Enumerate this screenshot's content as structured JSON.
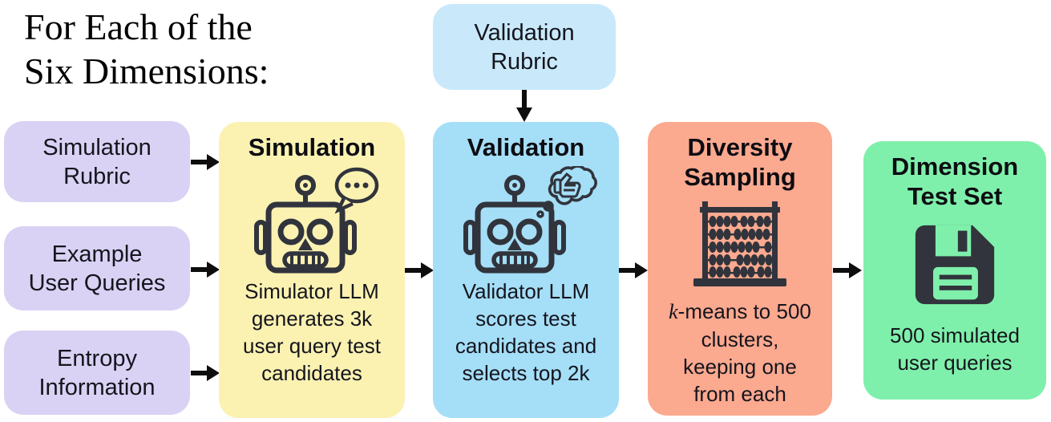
{
  "title": "For Each of the\nSix Dimensions:",
  "inputs": [
    {
      "label": "Simulation\nRubric"
    },
    {
      "label": "Example\nUser Queries"
    },
    {
      "label": "Entropy\nInformation"
    }
  ],
  "validation_rubric": {
    "label": "Validation\nRubric"
  },
  "stages": [
    {
      "id": "simulation",
      "title": "Simulation",
      "body": "Simulator LLM\ngenerates 3k\nuser query test\ncandidates",
      "icon": "robot-with-speech-bubble"
    },
    {
      "id": "validation",
      "title": "Validation",
      "body": "Validator LLM\nscores test\ncandidates and\nselects top 2k",
      "icon": "robot-with-thought-bubble-thumbs-up"
    },
    {
      "id": "diversity-sampling",
      "title": "Diversity\nSampling",
      "body_italic": "k",
      "body_rest": "-means to 500\nclusters,\nkeeping one\nfrom each",
      "icon": "abacus"
    },
    {
      "id": "dimension-test-set",
      "title": "Dimension\nTest Set",
      "body": "500 simulated\nuser queries",
      "icon": "floppy-disk"
    }
  ],
  "colors": {
    "input_purple": "#d9d2f4",
    "rubric_light_blue": "#c9e9fb",
    "simulation_yellow": "#fbf2b2",
    "validation_blue": "#a5def7",
    "diversity_salmon": "#fba98f",
    "test_set_green": "#7ff0ab",
    "icon_dark": "#31343c",
    "arrow_black": "#0d0d0d"
  }
}
